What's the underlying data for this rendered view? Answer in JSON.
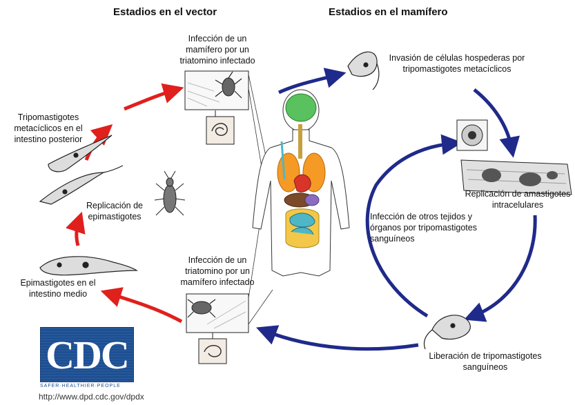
{
  "headers": {
    "vector": "Estadios en el vector",
    "mammal": "Estadios en el mamífero"
  },
  "labels": {
    "infection_mammal": "Infección de un mamífero por un triatomino infectado",
    "invasion": "Invasión de células hospederas por tripomastigotes metacíclicos",
    "replication_amastigotes": "Replicación de amastigotes intracelulares",
    "infection_tissues": "Infección de otros tejidos y órganos por tripomastigotes sanguíneos",
    "release_trypomastigotes": "Liberación de tripomastigotes sanguíneos",
    "infection_triatomine": "Infección de un triatomino por un mamífero infectado",
    "epimastigotes_midgut": "Epimastigotes en el intestino medio",
    "replication_epimastigotes": "Replicación de epimastigotes",
    "metacyclic_hindgut": "Tripomastigotes metacíclicos en el intestino posterior"
  },
  "logo": {
    "text": "CDC",
    "tagline": "SAFER·HEALTHIER·PEOPLE",
    "url": "http://www.dpd.cdc.gov/dpdx"
  },
  "colors": {
    "vector_arrow": "#e0201c",
    "mammal_arrow": "#1f2a8a",
    "cdc_blue": "#1d4f93"
  }
}
